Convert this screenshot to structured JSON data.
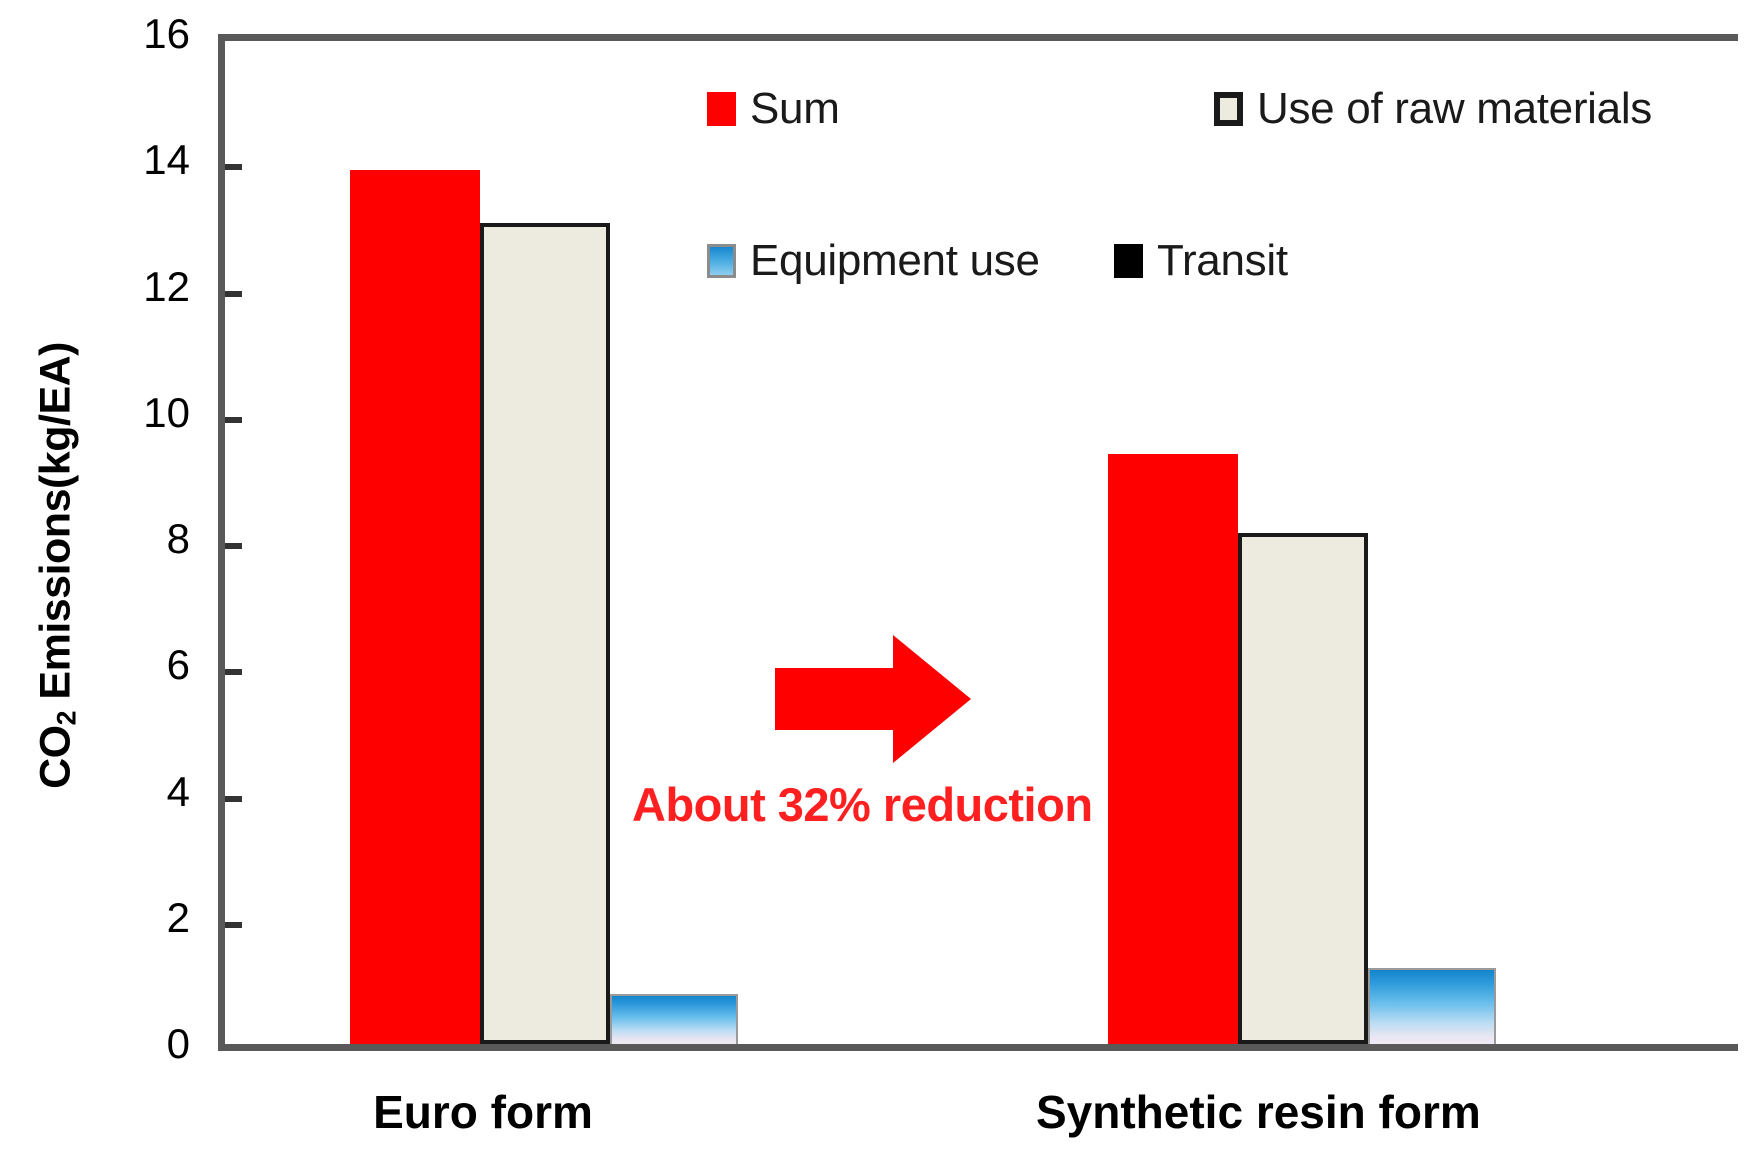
{
  "chart_data": {
    "type": "bar",
    "title": "",
    "subtitle": "",
    "xlabel": "",
    "ylabel": "CO2 Emissions(kg/EA)",
    "ylabel_parts": {
      "prefix": "CO",
      "sub": "2",
      "suffix": " Emissions(kg/EA)"
    },
    "categories": [
      "Euro form",
      "Synthetic resin form"
    ],
    "ylim": [
      0,
      16
    ],
    "ytick_step": 2,
    "yticks": [
      0,
      2,
      4,
      6,
      8,
      10,
      12,
      14,
      16
    ],
    "ytick_labels": [
      "0",
      "2",
      "4",
      "6",
      "8",
      "10",
      "12",
      "14",
      "16"
    ],
    "grid": false,
    "legend_position": "inside-top-right",
    "series": [
      {
        "name": "Sum",
        "color": "#FE0000",
        "values": [
          13.85,
          9.35
        ]
      },
      {
        "name": "Use of raw materials",
        "color": "#EDEBE0",
        "values": [
          13.0,
          8.1
        ]
      },
      {
        "name": "Equipment use",
        "color": "#2E9BDB",
        "values": [
          0.8,
          1.2
        ]
      },
      {
        "name": "Transit",
        "color": "#000000",
        "values": [
          0.0,
          0.0
        ]
      }
    ],
    "annotations": [
      {
        "name": "reduction-note",
        "text": "About 32% reduction",
        "color": "#FE2020"
      },
      {
        "name": "reduction-arrow",
        "shape": "right-arrow",
        "color": "#FE0000"
      }
    ]
  },
  "legend": {
    "items": [
      {
        "label": "Sum"
      },
      {
        "label": "Use of raw materials"
      },
      {
        "label": "Equipment use"
      },
      {
        "label": "Transit"
      }
    ]
  },
  "colors": {
    "sum": "#FE0000",
    "raw_materials": "#EDEBE0",
    "equipment_use": "#2E9BDB",
    "transit": "#000000",
    "axis": "#595959",
    "annotation": "#FE2020"
  }
}
